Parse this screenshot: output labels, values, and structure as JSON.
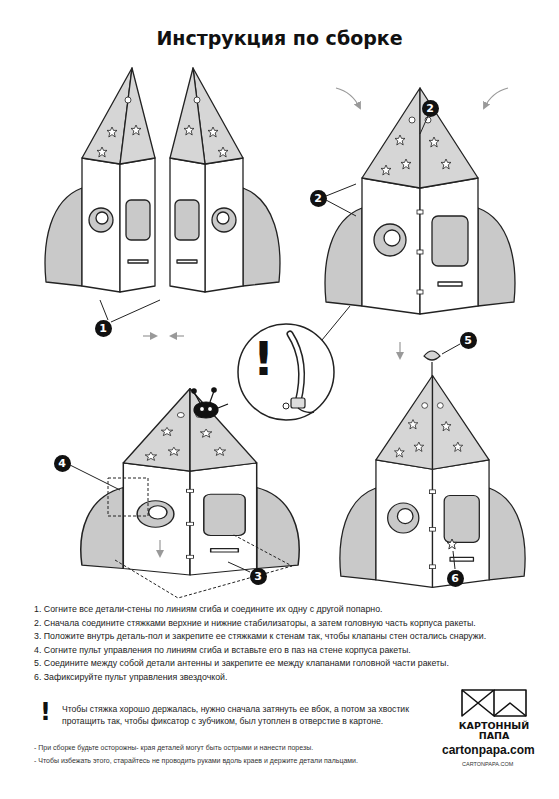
{
  "diagram": {
    "title": "Инструкция по сборке",
    "nodes": [
      {
        "text": [
          "2"
        ]
      },
      {
        "text": [
          "2"
        ]
      },
      {
        "text": [
          "1"
        ]
      },
      {
        "text": [
          "5"
        ]
      },
      {
        "text": [
          "!"
        ]
      },
      {
        "text": [
          "4"
        ]
      },
      {
        "text": [
          "3"
        ]
      },
      {
        "text": [
          "6"
        ]
      }
    ],
    "labels": [
      "1. Согните все детали-стены по линиям сгиба и соедините их одну с другой попарно.",
      "2. Сначала соедините стяжками верхние и нижние стабилизаторы, а затем головную часть корпуса ракеты.",
      "3. Положите внутрь деталь-пол и закрепите ее стяжками к стенам так, чтобы клапаны стен остались снаружи.",
      "4. Согните пульт управления по линиям сгиба и вставьте его в паз на стене корпуса ракеты.",
      "5. Соедините между собой детали антенны и закрепите ее между клапанами головной части ракеты.",
      "6. Зафиксируйте пульт управления звездочкой.",
      "!",
      "Чтобы стяжка хорошо держалась, нужно сначала затянуть ее вбок, а потом за хвостик протащить так, чтобы фиксатор с зубчиком, был утоплен в отверстие в картоне.",
      "- При сборке будьте осторожны- края деталей могут быть острыми и нанести порезы.",
      "- Чтобы избежать этого, старайтесь не проводить руками вдоль краев и держите детали пальцами.",
      "КАРТОННЫЙ ПАПА",
      "cartonpapa.com",
      "CARTONPAPA.COM"
    ]
  }
}
